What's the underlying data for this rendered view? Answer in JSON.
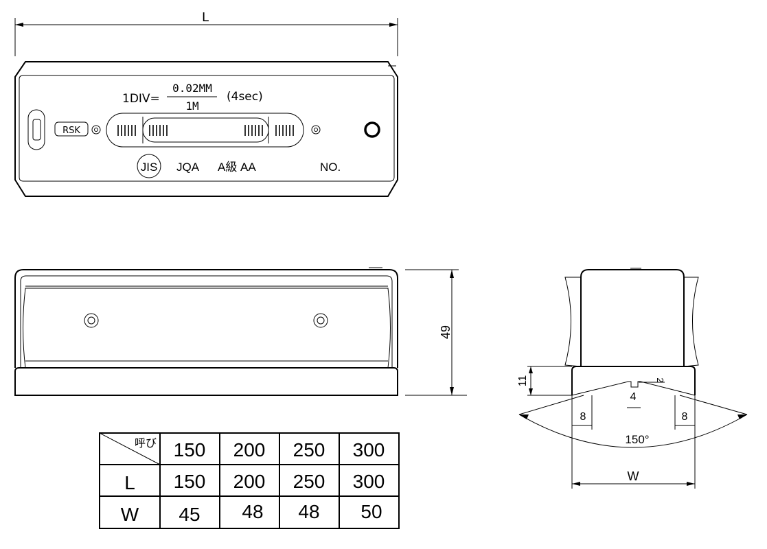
{
  "top_view": {
    "dim_length": "L",
    "division_prefix": "1DIV=",
    "division_numerator": "0.02MM",
    "division_denominator": "1M",
    "division_seconds": "(4sec)",
    "brand_mark": "RSK",
    "jis_mark": "JIS",
    "standard": "JQA",
    "grade": "A級 AA",
    "serial_label": "NO."
  },
  "front_view": {
    "height_dim": "49"
  },
  "side_view": {
    "base_height_dim": "11",
    "groove_depth_dim": "2",
    "groove_width_dim": "4",
    "left_offset_dim": "8",
    "right_offset_dim": "8",
    "v_angle": "150°",
    "width_dim": "W"
  },
  "size_table": {
    "corner_label": "呼び",
    "columns": [
      "150",
      "200",
      "250",
      "300"
    ],
    "rows": [
      {
        "label": "L",
        "values": [
          "150",
          "200",
          "250",
          "300"
        ]
      },
      {
        "label": "W",
        "values": [
          "45",
          "48",
          "48",
          "50"
        ]
      }
    ]
  }
}
